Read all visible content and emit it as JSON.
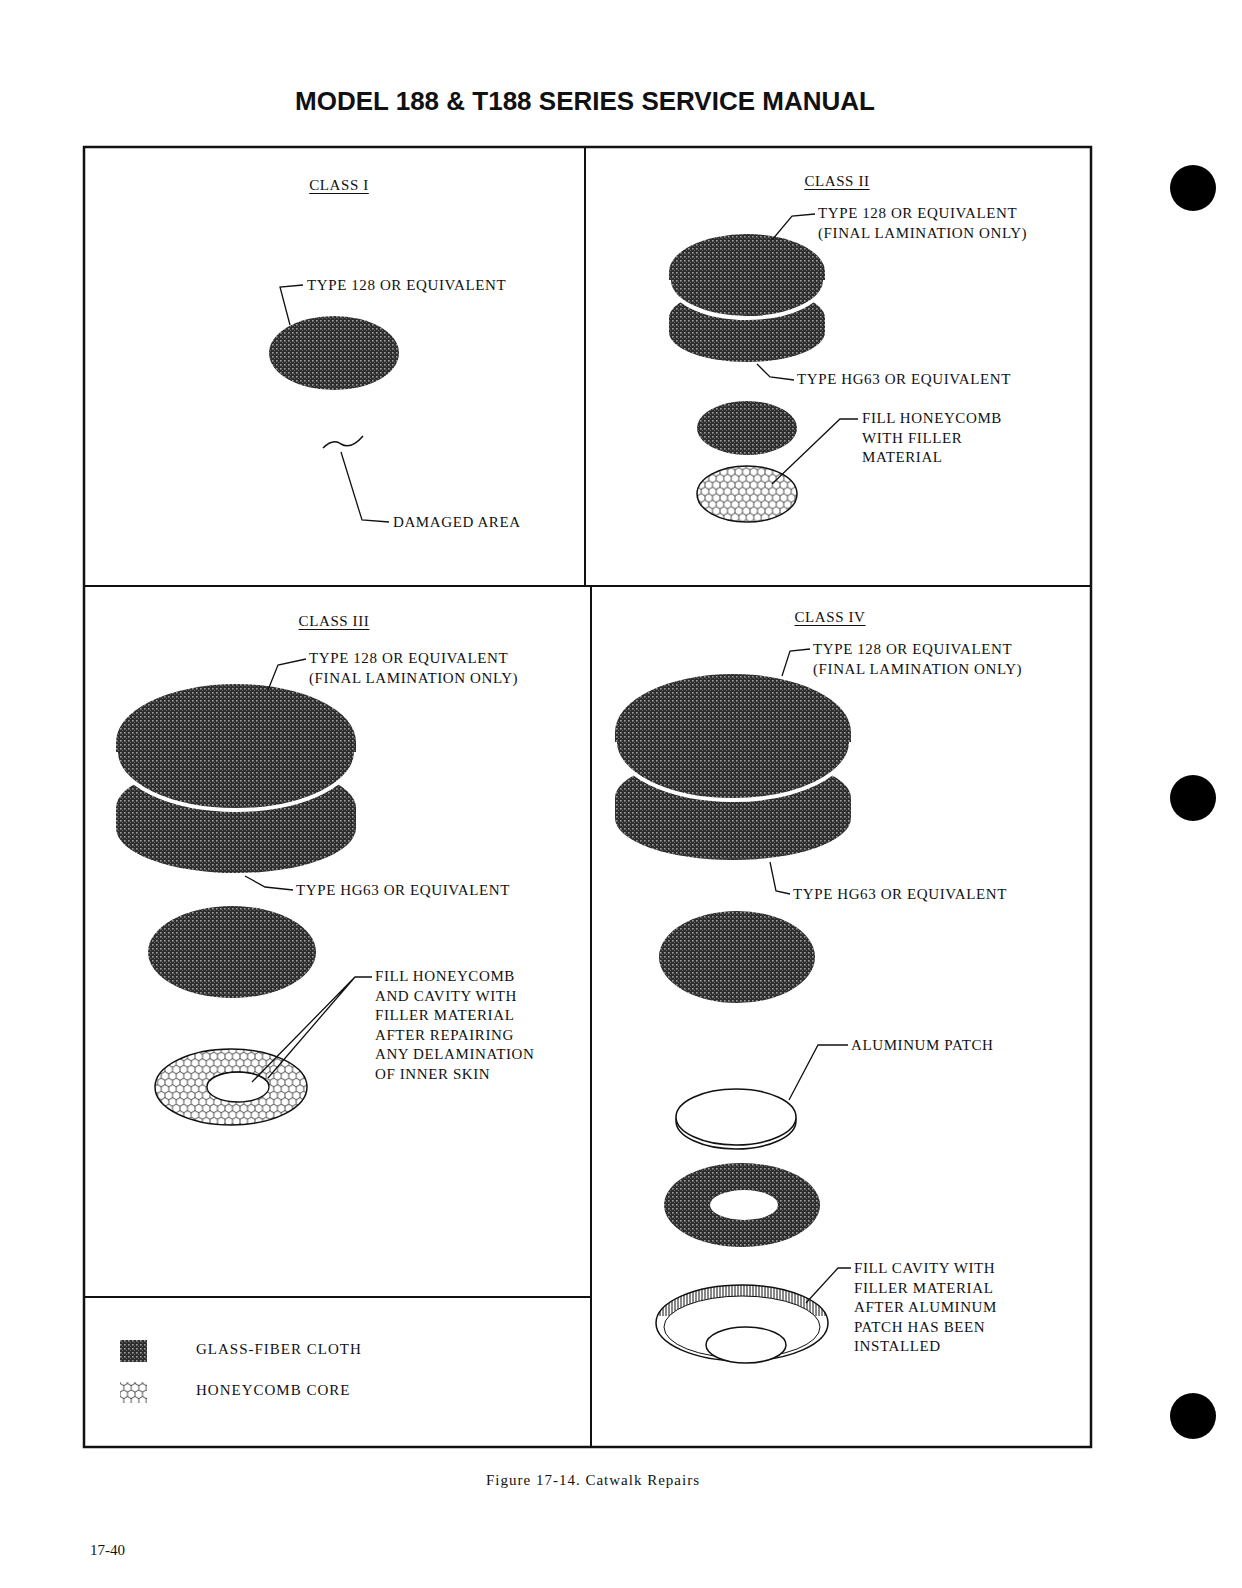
{
  "diagram": {
    "title": "MODEL 188 & T188 SERIES SERVICE MANUAL",
    "caption": "Figure 17-14. Catwalk Repairs",
    "nodes": [
      {
        "text": [
          "CLASS I",
          "TYPE 128 OR EQUIVALENT",
          "DAMAGED AREA"
        ]
      },
      {
        "text": [
          "CLASS II",
          "TYPE 128 OR EQUIVALENT (FINAL LAMINATION ONLY)",
          "TYPE HG63 OR EQUIVALENT",
          "FILL HONEYCOMB WITH FILLER MATERIAL"
        ]
      },
      {
        "text": [
          "CLASS III",
          "TYPE 128 OR EQUIVALENT (FINAL LAMINATION ONLY)",
          "TYPE HG63 OR EQUIVALENT",
          "FILL HONEYCOMB AND CAVITY WITH FILLER MATERIAL AFTER REPAIRING ANY DELAMINATION OF INNER SKIN"
        ]
      },
      {
        "text": [
          "CLASS IV",
          "TYPE 128 OR EQUIVALENT (FINAL LAMINATION ONLY)",
          "TYPE HG63 OR EQUIVALENT",
          "ALUMINUM PATCH",
          "FILL CAVITY WITH FILLER MATERIAL AFTER ALUMINUM PATCH HAS BEEN INSTALLED"
        ]
      }
    ],
    "labels": [
      "17-40"
    ],
    "legend": [
      {
        "text": "GLASS-FIBER CLOTH"
      },
      {
        "text": "HONEYCOMB CORE"
      }
    ]
  }
}
